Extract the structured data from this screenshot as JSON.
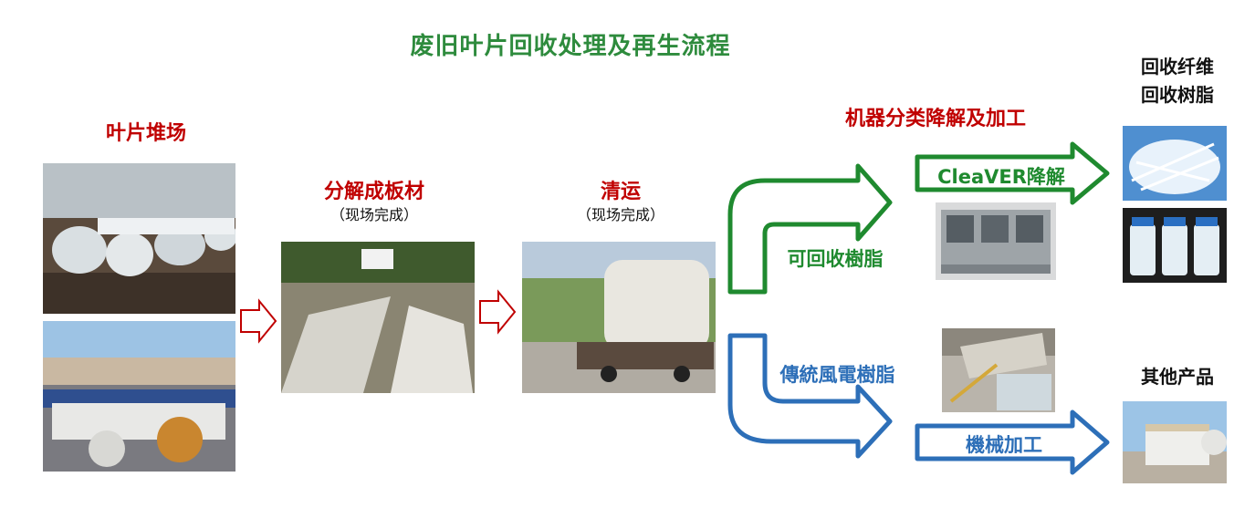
{
  "title": "废旧叶片回收处理及再生流程",
  "stages": {
    "blade_yard": "叶片堆场",
    "decompose": "分解成板材",
    "decompose_note": "（现场完成）",
    "transport": "清运",
    "transport_note": "（现场完成）",
    "machine": "机器分类降解及加工",
    "recovered": [
      "回收纤维",
      "回收树脂"
    ],
    "other_products": "其他产品"
  },
  "paths": {
    "recyclable_resin": "可回收樹脂",
    "cleaver": "CleaVER降解",
    "traditional_resin": "傳統風電樹脂",
    "mechanical": "機械加工"
  },
  "colors": {
    "title": "#2e8b3d",
    "stage_label": "#c00000",
    "green_path": "#1f8a2f",
    "blue_path": "#2d6fb8",
    "step_arrow": "#c00000"
  },
  "icons": [
    "outline-arrow-right-icon",
    "bent-arrow-icon"
  ]
}
